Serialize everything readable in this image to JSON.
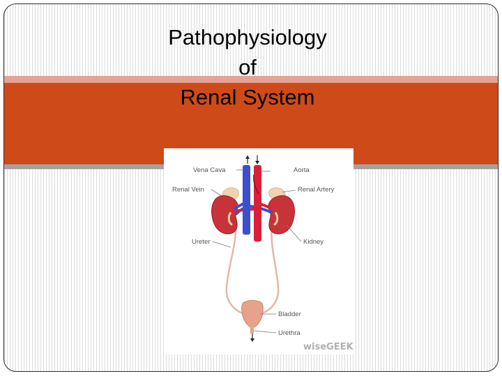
{
  "slide": {
    "title_lines": [
      "Pathophysiology",
      "of",
      "Renal System"
    ]
  },
  "diagram": {
    "labels": {
      "vena_cava": "Vena Cava",
      "aorta": "Aorta",
      "renal_vein": "Renal Vein",
      "renal_artery": "Renal Artery",
      "ureter": "Ureter",
      "kidney": "Kidney",
      "bladder": "Bladder",
      "urethra": "Urethra"
    },
    "watermark": "wiseGEEK"
  },
  "colors": {
    "band_main": "#cf4a19",
    "band_top": "#e3a497",
    "band_bottom": "#a3a3a3",
    "vein": "#3b4fd0",
    "artery": "#d8203a",
    "kidney": "#c8333a",
    "bladder": "#e6a28a"
  }
}
